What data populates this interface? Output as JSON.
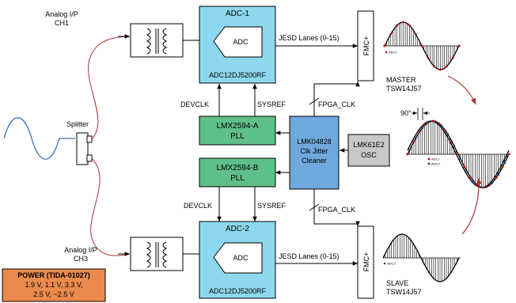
{
  "adc1": {
    "title": "ADC-1",
    "core": "ADC",
    "part": "ADC12DJ5200RF"
  },
  "adc2": {
    "title": "ADC-2",
    "core": "ADC",
    "part": "ADC12DJ5200RF"
  },
  "inputs": {
    "ch1": [
      "Analog I/P",
      "CH1"
    ],
    "ch3": [
      "Analog I/P",
      "CH3"
    ]
  },
  "splitter_label": "Splitter",
  "jesd_label": "JESD Lanes (0-15)",
  "fmc_label": "FMC+",
  "fpga_clk_label": "FPGA_CLK",
  "devclk_label": "DEVCLK",
  "sysref_label": "SYSREF",
  "pll_a": [
    "LMX2594-A",
    "PLL"
  ],
  "pll_b": [
    "LMX2594-B",
    "PLL"
  ],
  "cleaner": [
    "LMK04828",
    "Clk Jitter",
    "Cleaner"
  ],
  "osc": [
    "LMK61E2",
    "OSC"
  ],
  "master": [
    "MASTER",
    "TSW14J57"
  ],
  "slave": [
    "SLAVE",
    "TSW14J57"
  ],
  "phase_label": "90°",
  "legend": {
    "adc1": "ADC1",
    "adc2": "ADC2"
  },
  "power": {
    "title": "POWER (TIDA-01027)",
    "lines": [
      "1.9 V, 1.1 V, 3.3 V,",
      "2.5 V, −2.5 V"
    ]
  },
  "colors": {
    "adc_fill": "#8dd8ee",
    "pll_fill": "#5fbf8a",
    "cleaner_fill": "#6fa8dc",
    "osc_fill": "#c8c8c8",
    "power_fill": "#ea8a4c",
    "rf_cable": "#b03030"
  }
}
